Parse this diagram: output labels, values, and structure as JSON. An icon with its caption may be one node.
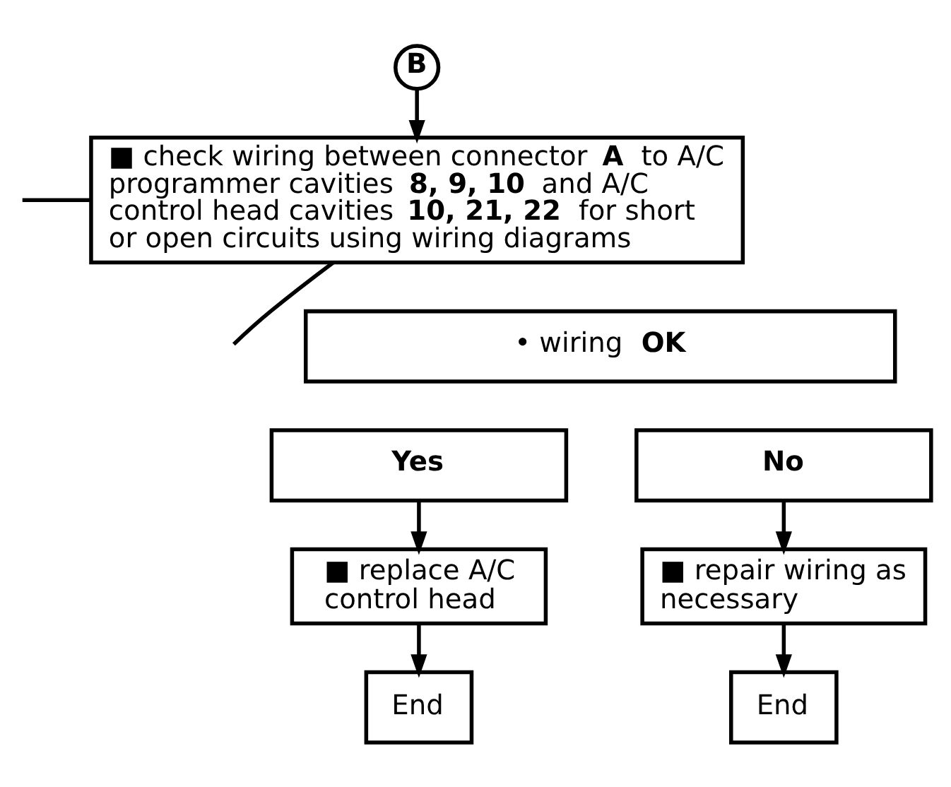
{
  "diagram": {
    "nodes": [
      {
        "text": [
          "B"
        ]
      },
      {
        "text": [
          "■ check wiring between connector **A** to A/C programmer cavities **8, 9, 10** and A/C control head cavities **10, 21, 22** for short or open circuits using wiring diagrams"
        ]
      },
      {
        "text": [
          "• wiring **OK**"
        ]
      },
      {
        "text": [
          "Yes"
        ]
      },
      {
        "text": [
          "No"
        ]
      },
      {
        "text": [
          "■ replace A/C control head"
        ]
      },
      {
        "text": [
          "■ repair wiring as necessary"
        ]
      },
      {
        "text": [
          "End"
        ]
      },
      {
        "text": [
          "End"
        ]
      }
    ],
    "edges": [
      {
        "from": 0,
        "to": 1,
        "arrow": "to"
      },
      {
        "from": null,
        "to": 1,
        "arrow": "none"
      },
      {
        "from": 1,
        "to": null,
        "arrow": "none"
      },
      {
        "from": 3,
        "to": 5,
        "arrow": "to"
      },
      {
        "from": 4,
        "to": 6,
        "arrow": "to"
      },
      {
        "from": 5,
        "to": 7,
        "arrow": "to"
      },
      {
        "from": 6,
        "to": 8,
        "arrow": "to"
      }
    ]
  }
}
